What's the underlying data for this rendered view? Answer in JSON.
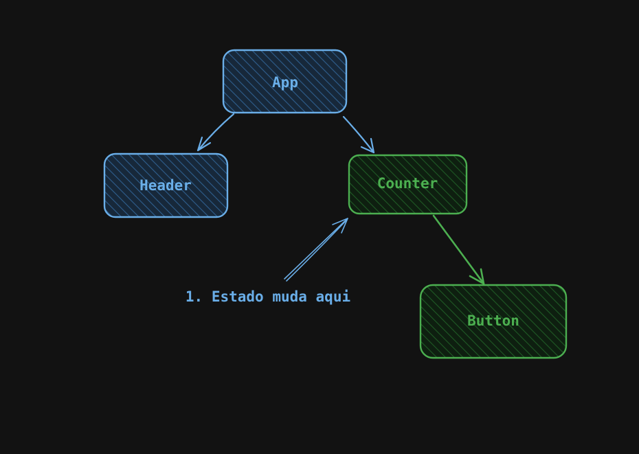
{
  "nodes": {
    "app": {
      "label": "App"
    },
    "header": {
      "label": "Header"
    },
    "counter": {
      "label": "Counter"
    },
    "button": {
      "label": "Button"
    }
  },
  "annotation": {
    "text": "1. Estado muda aqui"
  },
  "colors": {
    "background": "#121212",
    "blue_stroke": "#6aaee8",
    "blue_fill": "#1e3a5a",
    "blue_text": "#6aaee8",
    "green_stroke": "#4caf50",
    "green_fill": "#123a18",
    "green_text": "#4caf50"
  }
}
